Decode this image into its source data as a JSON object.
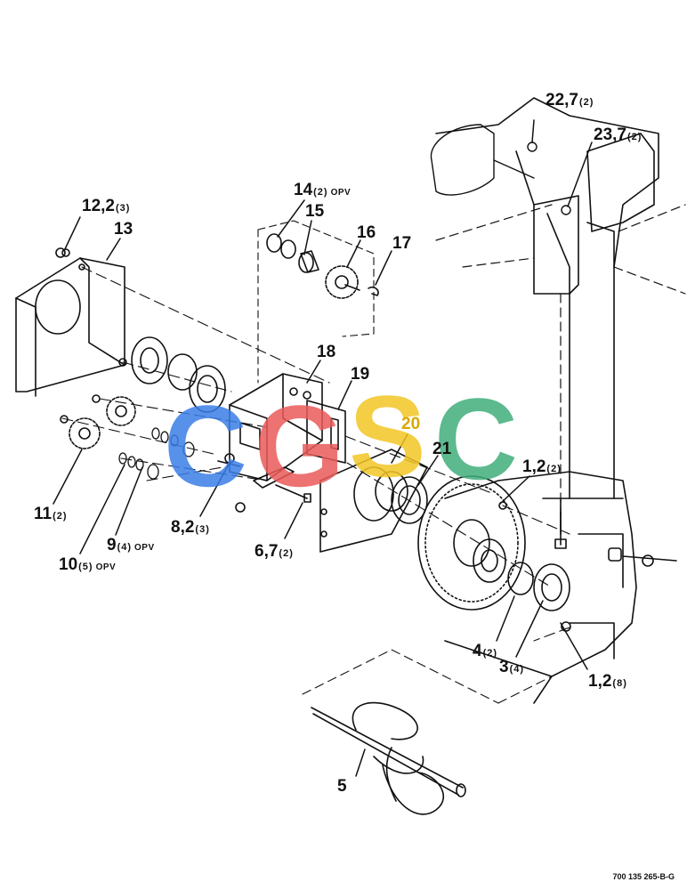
{
  "watermark": {
    "letters": [
      "C",
      "G",
      "S",
      "C"
    ],
    "colors": [
      "#3a7ee6",
      "#ea5a5a",
      "#f2c623",
      "#3fae7a"
    ]
  },
  "callouts": [
    {
      "id": "c22",
      "num": "22,7",
      "qty": "(2)",
      "opv": ""
    },
    {
      "id": "c23",
      "num": "23,7",
      "qty": "(2)",
      "opv": ""
    },
    {
      "id": "c14",
      "num": "14",
      "qty": "(2)",
      "opv": "OPV"
    },
    {
      "id": "c15",
      "num": "15",
      "qty": "",
      "opv": ""
    },
    {
      "id": "c16",
      "num": "16",
      "qty": "",
      "opv": ""
    },
    {
      "id": "c17",
      "num": "17",
      "qty": "",
      "opv": ""
    },
    {
      "id": "c12",
      "num": "12,2",
      "qty": "(3)",
      "opv": ""
    },
    {
      "id": "c13",
      "num": "13",
      "qty": "",
      "opv": ""
    },
    {
      "id": "c18",
      "num": "18",
      "qty": "",
      "opv": ""
    },
    {
      "id": "c19",
      "num": "19",
      "qty": "",
      "opv": ""
    },
    {
      "id": "c20",
      "num": "20",
      "qty": "",
      "opv": ""
    },
    {
      "id": "c21",
      "num": "21",
      "qty": "",
      "opv": ""
    },
    {
      "id": "c1a",
      "num": "1,2",
      "qty": "(2)",
      "opv": ""
    },
    {
      "id": "c11",
      "num": "11",
      "qty": "(2)",
      "opv": ""
    },
    {
      "id": "c8",
      "num": "8,2",
      "qty": "(3)",
      "opv": ""
    },
    {
      "id": "c9",
      "num": "9",
      "qty": "(4)",
      "opv": "OPV"
    },
    {
      "id": "c10",
      "num": "10",
      "qty": "(5)",
      "opv": "OPV"
    },
    {
      "id": "c6",
      "num": "6,7",
      "qty": "(2)",
      "opv": ""
    },
    {
      "id": "c4",
      "num": "4",
      "qty": "(2)",
      "opv": ""
    },
    {
      "id": "c3",
      "num": "3",
      "qty": "(4)",
      "opv": ""
    },
    {
      "id": "c1b",
      "num": "1,2",
      "qty": "(8)",
      "opv": ""
    },
    {
      "id": "c5",
      "num": "5",
      "qty": "",
      "opv": ""
    }
  ],
  "figure_code": "700 135 265-B-G"
}
